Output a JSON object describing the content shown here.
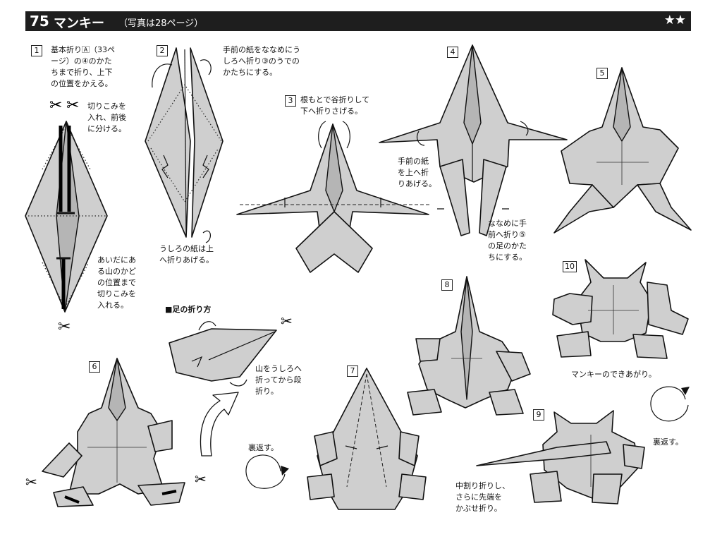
{
  "header": {
    "number": "75",
    "title": "マンキー",
    "subtitle": "（写真は28ページ）",
    "difficulty": "★★"
  },
  "steps": [
    {
      "num": "1",
      "lines": [
        "基本折り🄰（33ペ",
        "ージ）の④のかた",
        "ちまで折り、上下",
        "の位置をかえる。"
      ]
    },
    {
      "num": "2",
      "lines": [
        "手前の紙をななめにう",
        "しろへ折り③のうでの",
        "かたちにする。"
      ]
    },
    {
      "num": "3",
      "lines": [
        "根もとで谷折りして",
        "下へ折りさげる。"
      ]
    },
    {
      "num": "4",
      "lines": []
    },
    {
      "num": "5",
      "lines": []
    },
    {
      "num": "6",
      "lines": []
    },
    {
      "num": "7",
      "lines": []
    },
    {
      "num": "8",
      "lines": []
    },
    {
      "num": "9",
      "lines": []
    },
    {
      "num": "10",
      "lines": []
    }
  ],
  "notes": {
    "cut_front": [
      "切りこみを",
      "入れ、前後",
      "に分ける。"
    ],
    "cut_mountain": [
      "あいだにあ",
      "る山のかど",
      "の位置まで",
      "切りこみを",
      "入れる。"
    ],
    "back_paper_up": [
      "うしろの紙は上",
      "へ折りあげる。"
    ],
    "front_paper_up": [
      "手前の紙",
      "を上へ折",
      "りあげる。"
    ],
    "diag_forward": [
      "ななめに手",
      "前へ折り⑤",
      "の足のかた",
      "ちにする。"
    ],
    "foot_heading": "■足の折り方",
    "foot_instruction": [
      "山をうしろへ",
      "折ってから段",
      "折り。"
    ],
    "turn_over_1": "裏返す。",
    "turn_over_2": "裏返す。",
    "inside_reverse": [
      "中割り折りし、",
      "さらに先端を",
      "かぶせ折り。"
    ],
    "complete": "マンキーのできあがり。"
  },
  "colors": {
    "header_bg": "#1e1e1e",
    "paper": "#cfcfcf",
    "ink": "#111111"
  }
}
